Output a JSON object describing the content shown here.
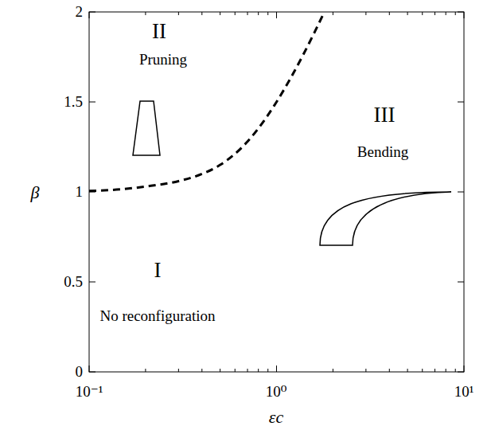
{
  "diagram": {
    "labels": [
      "II",
      "Pruning",
      "III",
      "Bending",
      "I",
      "No reconfiguration",
      "β",
      "εc",
      "0",
      "0.5",
      "1",
      "1.5",
      "2",
      "10⁻¹",
      "10⁰",
      "10¹"
    ]
  }
}
